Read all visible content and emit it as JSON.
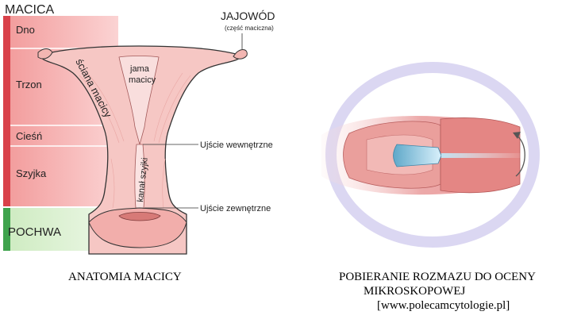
{
  "left_diagram": {
    "section_label": "MACICA",
    "levels": [
      {
        "label": "Dno"
      },
      {
        "label": "Trzon"
      },
      {
        "label": "Cieśń"
      },
      {
        "label": "Szyjka"
      }
    ],
    "vagina_label": "POCHWA",
    "tube_label": "JAJOWÓD",
    "tube_sublabel": "(część maciczna)",
    "cavity_label_line1": "jama",
    "cavity_label_line2": "macicy",
    "wall_label": "ściana macicy",
    "canal_label": "kanał szyjki",
    "internal_os_label": "Ujście wewnętrzne",
    "external_os_label": "Ujście zewnętrzne",
    "colors": {
      "uterus_band": "#f4a5a5",
      "uterus_band_dark": "#d9414a",
      "vagina_band": "#d9f0cf",
      "vagina_band_dark": "#3fa34d",
      "tissue": "#f6c7c4",
      "tissue_outline": "#333333"
    }
  },
  "captions": {
    "left": "ANATOMIA  MACICY",
    "right_line1": "POBIERANIE ROZMAZU DO OCENY",
    "right_line2": "MIKROSKOPOWEJ",
    "source": "[www.polecamcytologie.pl]"
  },
  "right_diagram": {
    "colors": {
      "ring": "#c9c3e8",
      "tissue": "#e8a0a0",
      "brush": "#9fd0e8"
    }
  }
}
